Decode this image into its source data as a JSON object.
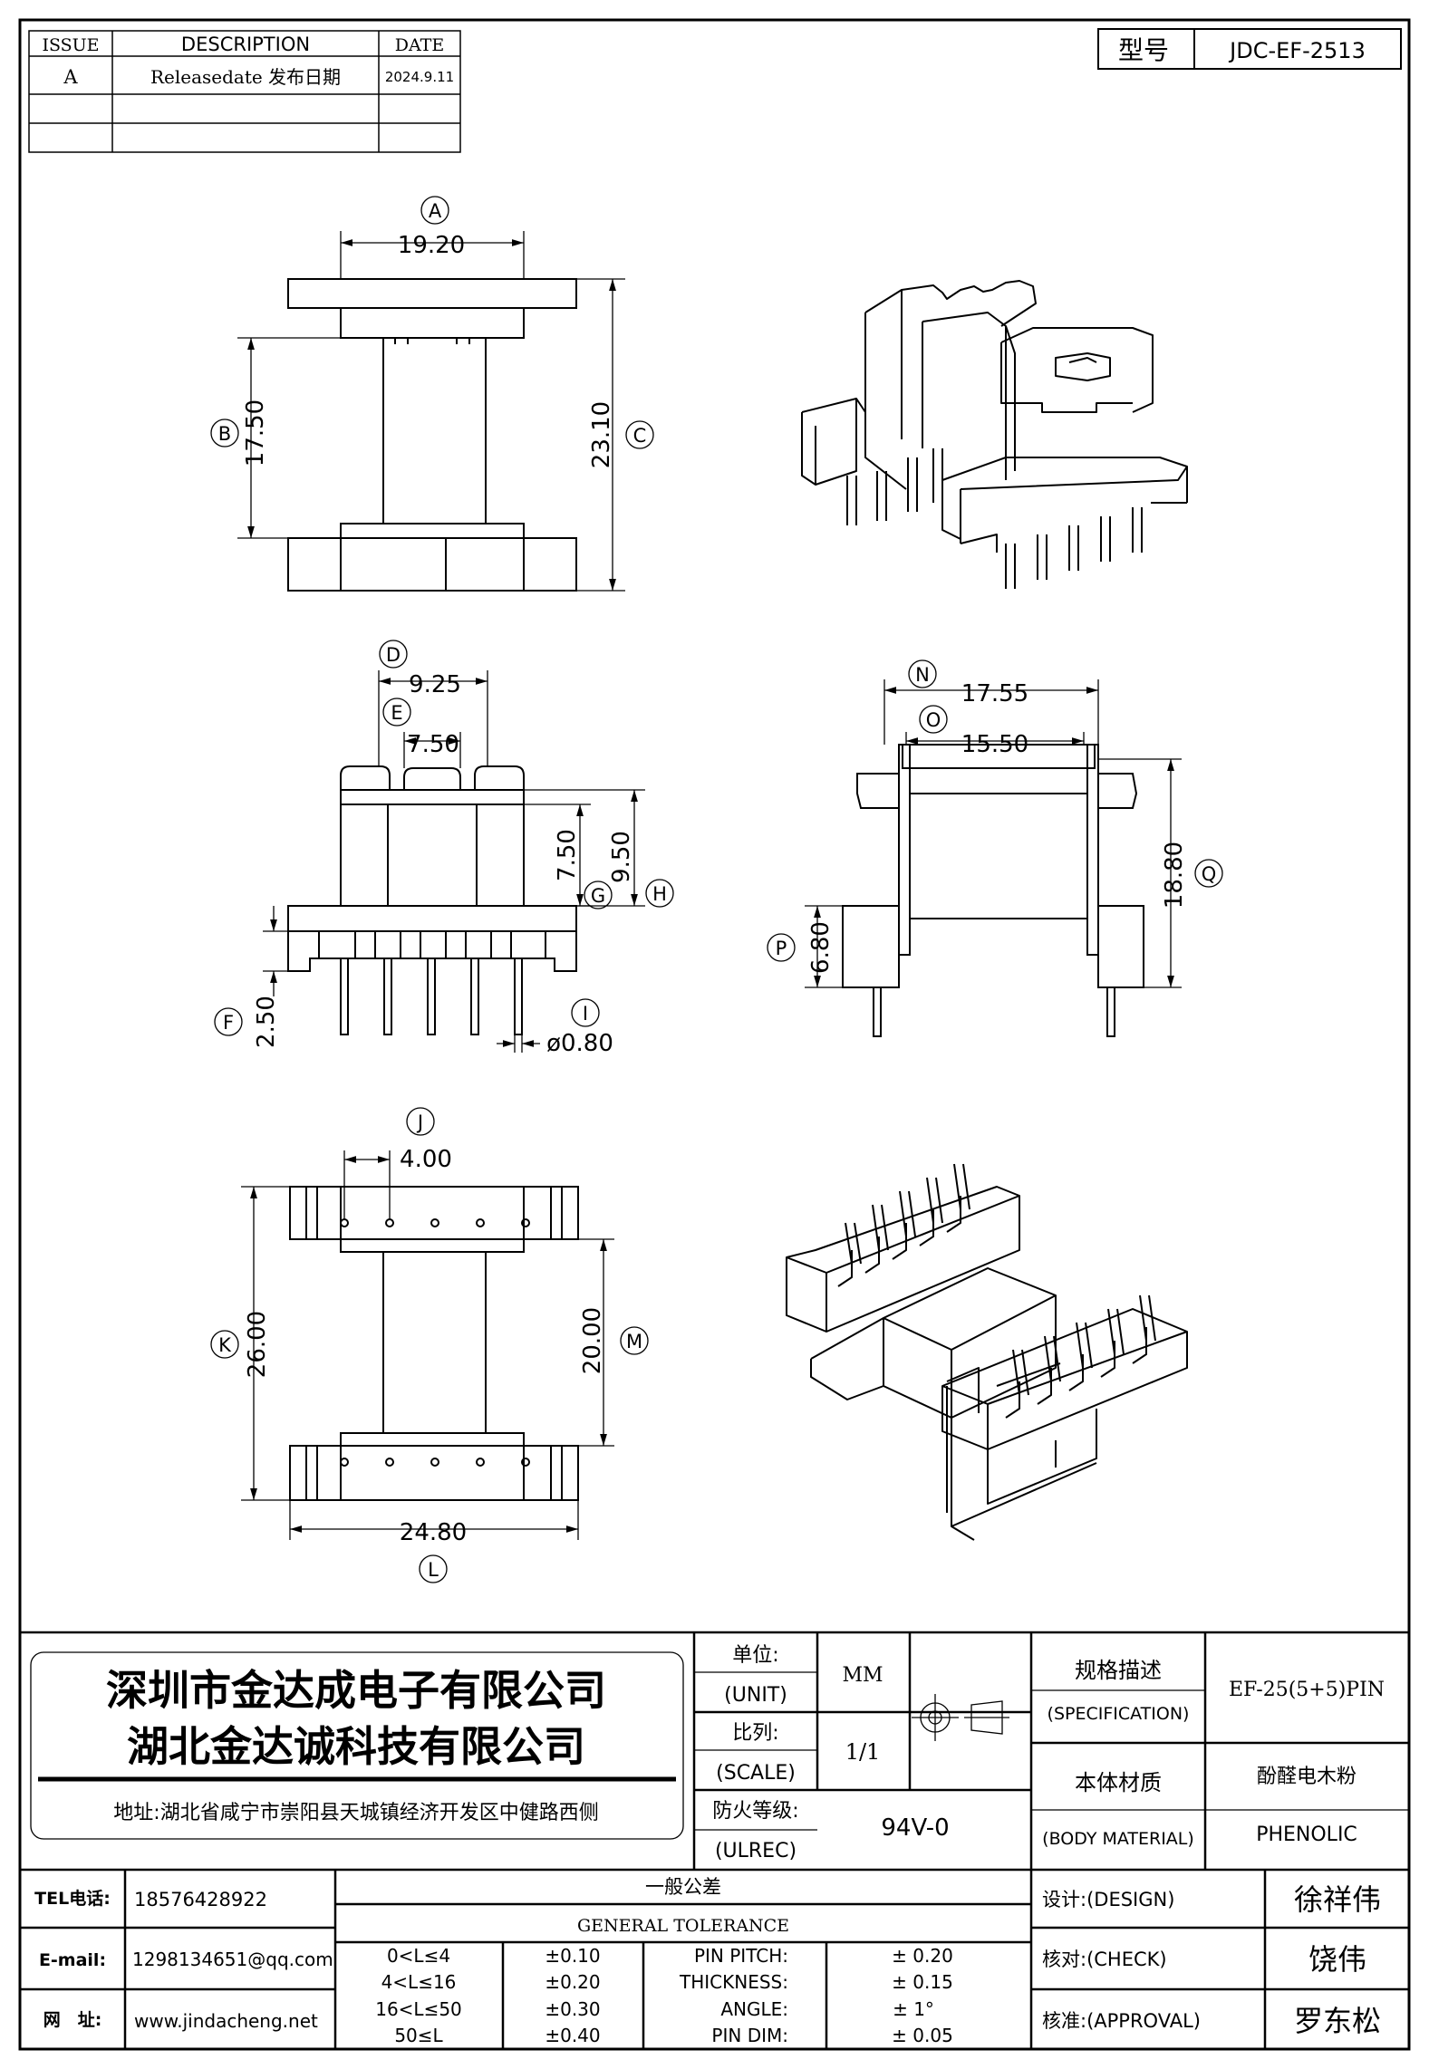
{
  "revision_table": {
    "headers": {
      "issue": "ISSUE",
      "description": "DESCRIPTION",
      "date": "DATE"
    },
    "rows": [
      {
        "issue": "A",
        "description": "Releasedate 发布日期",
        "date": "2024.9.11"
      }
    ]
  },
  "model": {
    "label": "型号",
    "value": "JDC-EF-2513"
  },
  "dimensions": {
    "A": "19.20",
    "B": "17.50",
    "C": "23.10",
    "D": "9.25",
    "E": "7.50",
    "F": "2.50",
    "G": "7.50",
    "H": "9.50",
    "I": "ø0.80",
    "J": "4.00",
    "K": "26.00",
    "L": "24.80",
    "M": "20.00",
    "N": "17.55",
    "O": "15.50",
    "P": "6.80",
    "Q": "18.80"
  },
  "title_block": {
    "company_1": "深圳市金达成电子有限公司",
    "company_2": "湖北金达诚科技有限公司",
    "address": "地址:湖北省咸宁市崇阳县天城镇经济开发区中健路西侧",
    "unit_label": "单位:",
    "unit_label_en": "(UNIT)",
    "unit_value": "MM",
    "scale_label": "比列:",
    "scale_label_en": "(SCALE)",
    "scale_value": "1/1",
    "ul_label": "防火等级:",
    "ul_label_en": "(ULREC)",
    "ul_value": "94V-0",
    "spec_label": "规格描述",
    "spec_label_en": "(SPECIFICATION)",
    "spec_value": "EF-25(5+5)PIN",
    "material_label": "本体材质",
    "material_label_en": "(BODY MATERIAL)",
    "material_value": "酚醛电木粉",
    "material_value_en": "PHENOLIC",
    "tel_label": "TEL电话:",
    "tel": "18576428922",
    "email_label": "E-mail:",
    "email": "1298134651@qq.com",
    "web_label": "网　址:",
    "web": "www.jindacheng.net",
    "tolerance_title": "一般公差",
    "tolerance_title_en": "GENERAL TOLERANCE",
    "tolerances": [
      {
        "range": "0<L≤4",
        "tol": "±0.10"
      },
      {
        "range": "4<L≤16",
        "tol": "±0.20"
      },
      {
        "range": "16<L≤50",
        "tol": "±0.30"
      },
      {
        "range": "50≤L",
        "tol": "±0.40"
      }
    ],
    "specs": [
      {
        "label": "PIN PITCH:",
        "value": "± 0.20"
      },
      {
        "label": "THICKNESS:",
        "value": "± 0.15"
      },
      {
        "label": "ANGLE:",
        "value": "± 1°"
      },
      {
        "label": "PIN DIM:",
        "value": "± 0.05"
      }
    ],
    "design_label": "设计:(DESIGN)",
    "design_name": "徐祥伟",
    "check_label": "核对:(CHECK)",
    "check_name": "饶伟",
    "approval_label": "核准:(APPROVAL)",
    "approval_name": "罗东松"
  },
  "icons": {
    "projection": "third-angle-projection-icon"
  }
}
